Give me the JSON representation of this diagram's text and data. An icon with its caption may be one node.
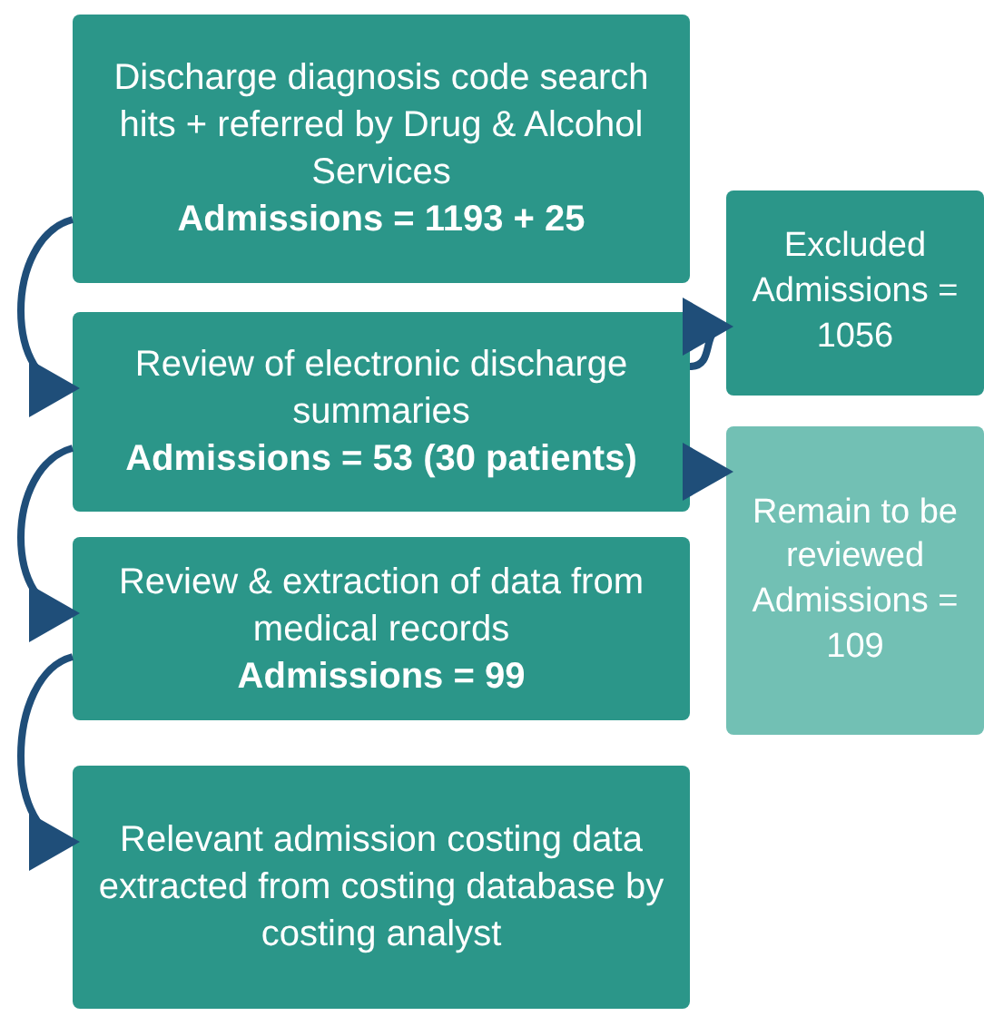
{
  "diagram": {
    "nodes": [
      {
        "text": [
          "Discharge diagnosis code search hits + referred by Drug & Alcohol Services",
          "Admissions = 1193 + 25"
        ]
      },
      {
        "text": [
          "Review of electronic discharge summaries",
          "Admissions = 53 (30 patients)"
        ]
      },
      {
        "text": [
          "Review & extraction of data from medical records",
          "Admissions = 99"
        ]
      },
      {
        "text": [
          "Relevant admission costing data extracted from costing database by costing analyst"
        ]
      },
      {
        "text": [
          "Excluded Admissions = 1056"
        ]
      },
      {
        "text": [
          "Remain to be reviewed Admissions = 109"
        ]
      }
    ],
    "edges": [
      {
        "from": 0,
        "to": 1,
        "arrow": "to"
      },
      {
        "from": 1,
        "to": 2,
        "arrow": "to"
      },
      {
        "from": 2,
        "to": 3,
        "arrow": "to"
      },
      {
        "from": 1,
        "to": 4,
        "arrow": "to"
      },
      {
        "from": 1,
        "to": 5,
        "arrow": "to"
      }
    ]
  }
}
